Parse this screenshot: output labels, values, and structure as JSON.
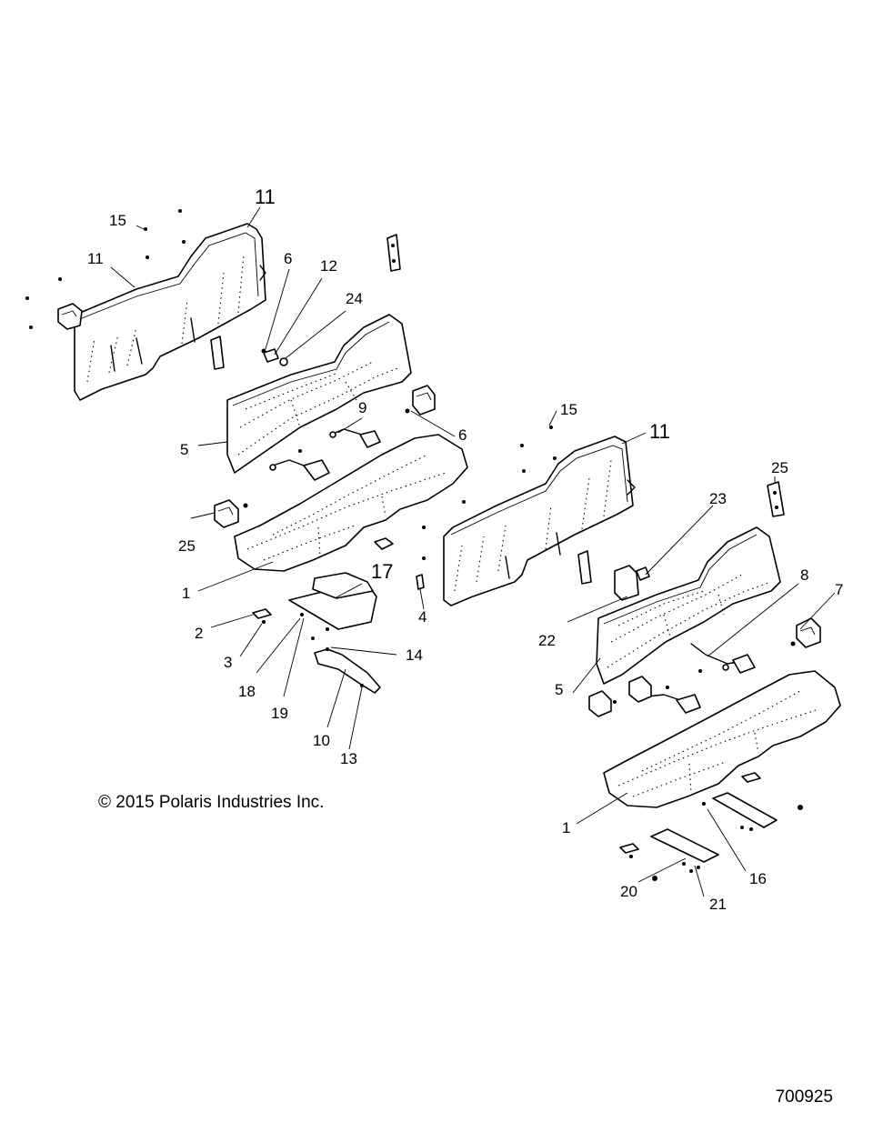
{
  "copyright": "© 2015 Polaris Industries Inc.",
  "drawing_number": "700925",
  "callouts": {
    "c11a": "11",
    "c15a": "15",
    "c11b": "11",
    "c6a": "6",
    "c12": "12",
    "c24": "24",
    "c9": "9",
    "c6b": "6",
    "c5a": "5",
    "c25a": "25",
    "c1a": "1",
    "c17": "17",
    "c2": "2",
    "c3": "3",
    "c18": "18",
    "c19": "19",
    "c14": "14",
    "c10": "10",
    "c13": "13",
    "c4": "4",
    "c15b": "15",
    "c11c": "11",
    "c25b": "25",
    "c23": "23",
    "c22": "22",
    "c8": "8",
    "c7": "7",
    "c5b": "5",
    "c1b": "1",
    "c16": "16",
    "c20": "20",
    "c21": "21"
  },
  "colors": {
    "line": "#000000",
    "background": "#ffffff"
  }
}
